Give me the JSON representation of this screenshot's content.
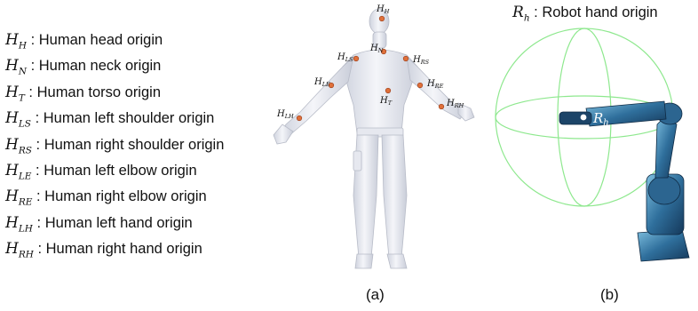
{
  "legend": [
    {
      "symbol": "H",
      "sub": "H",
      "text": " : Human head origin"
    },
    {
      "symbol": "H",
      "sub": "N",
      "text": " : Human neck origin"
    },
    {
      "symbol": "H",
      "sub": "T",
      "text": " : Human torso origin"
    },
    {
      "symbol": "H",
      "sub": "LS",
      "text": " : Human left shoulder origin"
    },
    {
      "symbol": "H",
      "sub": "RS",
      "text": " : Human right shoulder origin"
    },
    {
      "symbol": "H",
      "sub": "LE",
      "text": " : Human left elbow origin"
    },
    {
      "symbol": "H",
      "sub": "RE",
      "text": " : Human right elbow origin"
    },
    {
      "symbol": "H",
      "sub": "LH",
      "text": " : Human left hand origin"
    },
    {
      "symbol": "H",
      "sub": "RH",
      "text": " : Human right hand origin"
    }
  ],
  "robot": {
    "title_symbol": "R",
    "title_sub": "h",
    "title_text": " : Robot hand origin",
    "marker_symbol": "R",
    "marker_sub": "h"
  },
  "joint_labels": {
    "head": "H",
    "head_sub": "H",
    "neck": "H",
    "neck_sub": "N",
    "torso": "H",
    "torso_sub": "T",
    "ls": "H",
    "ls_sub": "LS",
    "rs": "H",
    "rs_sub": "RS",
    "le": "H",
    "le_sub": "LE",
    "re": "H",
    "re_sub": "RE",
    "lh": "H",
    "lh_sub": "LH",
    "rh": "H",
    "rh_sub": "RH"
  },
  "panels": {
    "a": "(a)",
    "b": "(b)"
  },
  "colors": {
    "joint": "#e0703a",
    "sphere": "#8ee88e",
    "robot_body": "#1f4f78",
    "robot_light": "#6fb3d6",
    "human": "#eef0f5"
  }
}
